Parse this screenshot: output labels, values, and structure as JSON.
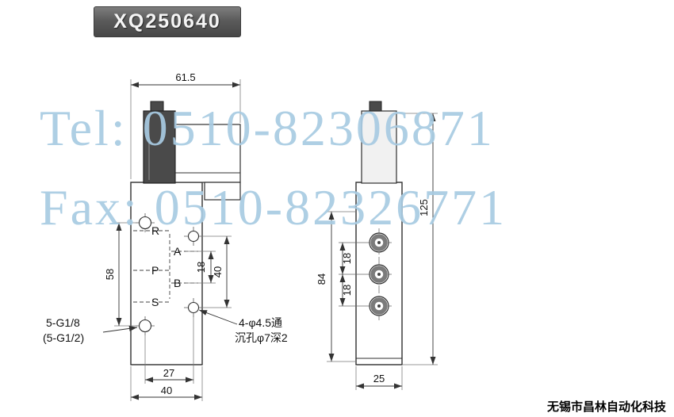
{
  "badge": {
    "model": "XQ250640"
  },
  "watermark": {
    "line1": "Tel: 0510-82306871",
    "line2": "Fax: 0510-82326771"
  },
  "colors": {
    "watermark_blue": "#a8cbe2",
    "badge_background": "#5b5b5b",
    "badge_text": "#f5f5f5",
    "line_color": "#2f2f2f"
  },
  "front_view": {
    "dim_total_width": "61.5",
    "dim_left_height": "58",
    "dim_ab_spacing": "18",
    "dim_right_span": "40",
    "dim_bottom_inner": "27",
    "dim_bottom_outer": "40",
    "port_r": "R",
    "port_a": "A",
    "port_p": "P",
    "port_b": "B",
    "port_s": "S",
    "note_thread_line1": "5-G1/8",
    "note_thread_line2": "(5-G1/2)",
    "note_hole_line1": "4-φ4.5通",
    "note_hole_line2": "沉孔φ7深2"
  },
  "side_view": {
    "dim_total_height": "125",
    "dim_body_height": "84",
    "dim_port_spacing_upper": "18",
    "dim_port_spacing_lower": "18",
    "dim_width": "25"
  },
  "footer": {
    "company": "无锡市昌林自动化科技"
  }
}
